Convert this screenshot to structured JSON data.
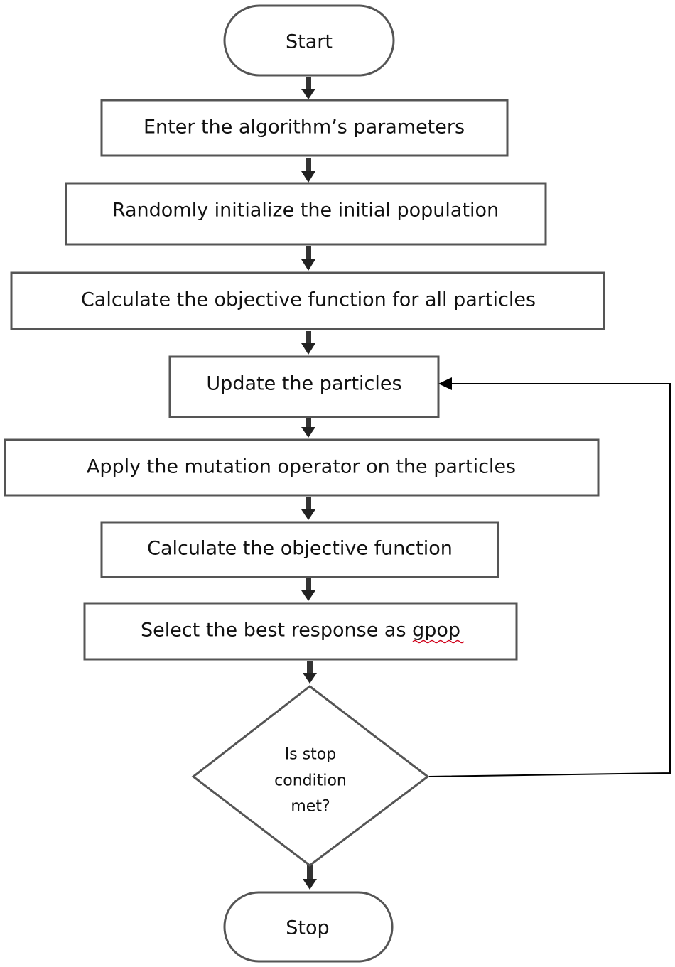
{
  "nodes": {
    "start": "Start",
    "step1": "Enter the algorithm’s parameters",
    "step2": "Randomly initialize the initial population",
    "step3": "Calculate the objective function for all particles",
    "step4": "Update the particles",
    "step5": "Apply the mutation operator on the particles",
    "step6": "Calculate the objective function",
    "step7": "Select the best response as gpop",
    "decision": [
      "Is stop",
      "condition",
      "met?"
    ],
    "stop": "Stop"
  },
  "connections": [
    {
      "from": "start",
      "to": "step1"
    },
    {
      "from": "step1",
      "to": "step2"
    },
    {
      "from": "step2",
      "to": "step3"
    },
    {
      "from": "step3",
      "to": "step4"
    },
    {
      "from": "step4",
      "to": "step5"
    },
    {
      "from": "step5",
      "to": "step6"
    },
    {
      "from": "step6",
      "to": "step7"
    },
    {
      "from": "step7",
      "to": "decision"
    },
    {
      "from": "decision",
      "to": "stop"
    },
    {
      "from": "decision",
      "to": "step4"
    }
  ]
}
